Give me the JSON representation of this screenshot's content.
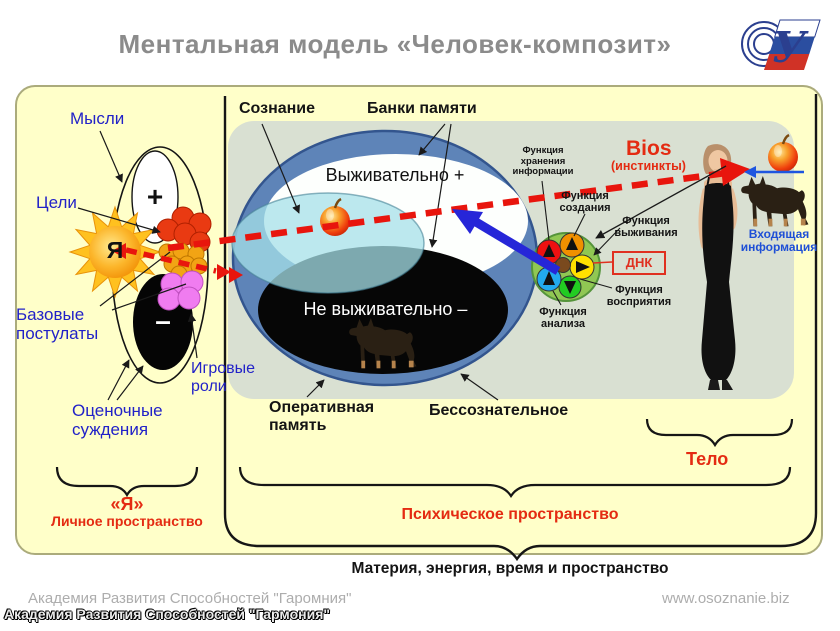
{
  "header": {
    "title": "Ментальная модель  «Человек-композит»"
  },
  "left_panel": {
    "thoughts": "Мысли",
    "goals": "Цели",
    "self": "Я",
    "plus": "+",
    "minus": "–",
    "basic_postulates": "Базовые\nпостулаты",
    "value_judgments": "Оценочные\nсуждения",
    "game_roles": "Игровые\nроли",
    "brace_title": "«Я»",
    "brace_subtitle": "Личное пространство"
  },
  "center_panel": {
    "consciousness": "Сознание",
    "memory_banks": "Банки памяти",
    "survival": "Выживательно  +",
    "non_survival": "Не выживательно  –",
    "operational_memory": "Оперативная\nпамять",
    "unconscious": "Бессознательное"
  },
  "bios_panel": {
    "bios": "Bios",
    "instincts": "(инстинкты)",
    "functions": {
      "storage": "Функция\nхранения\nинформации",
      "creation": "Функция\nсоздания",
      "survival": "Функция\nвыживания",
      "perception": "Функция\nвосприятия",
      "analysis": "Функция\nанализа"
    },
    "dna": "ДНК",
    "incoming_info": "Входящая\nинформация",
    "body_label": "Тело"
  },
  "bottom": {
    "psychic_space": "Психическое пространство",
    "matter": "Материя, энергия, время и пространство"
  },
  "footer": {
    "academy_light": "Академия Развития Способностей \"Гаромния\"",
    "academy_bold": "Академия Развития Способностей \"Гармония\"",
    "website": "www.osoznanie.biz"
  },
  "colors": {
    "accent_red": "#E42B12",
    "label_blue": "#2222C8",
    "panel_yellow": "#FFFFC9",
    "panel_green": "#D9E0D2",
    "ellipse_blue": "#5E84B8",
    "arrow_blue": "#2626D8"
  }
}
